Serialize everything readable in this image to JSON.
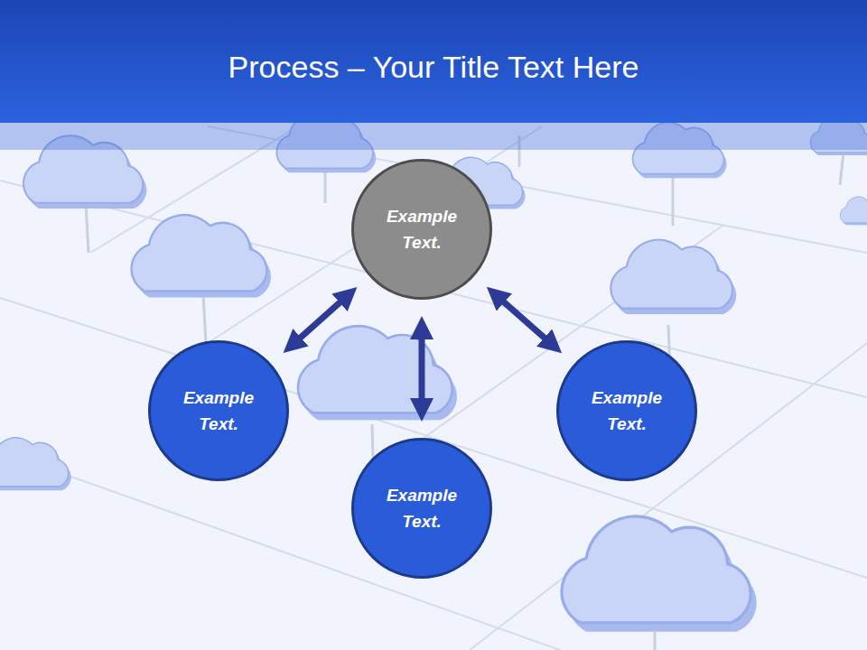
{
  "diagram": {
    "title": "Process – Your Title Text Here",
    "nodes": [
      {
        "text": [
          "Example Text."
        ]
      },
      {
        "text": [
          "Example Text."
        ]
      },
      {
        "text": [
          "Example Text."
        ]
      },
      {
        "text": [
          "Example Text."
        ]
      }
    ],
    "edges": [
      {
        "from": 0,
        "to": 1,
        "arrow": "both"
      },
      {
        "from": 0,
        "to": 3,
        "arrow": "both"
      },
      {
        "from": 0,
        "to": 2,
        "arrow": "both"
      }
    ]
  }
}
